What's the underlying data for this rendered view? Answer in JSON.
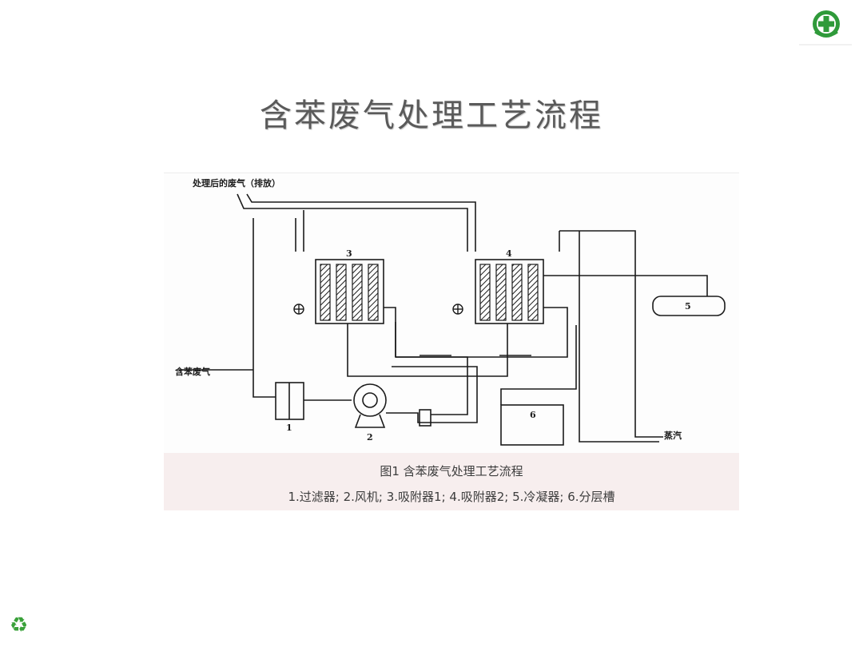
{
  "slide": {
    "title": "含苯废气处理工艺流程"
  },
  "diagram": {
    "labels": {
      "exhaust_out": "处理后的废气（排放）",
      "benzene_gas_in": "含苯废气",
      "steam": "蒸汽"
    },
    "components": [
      {
        "number": "1"
      },
      {
        "number": "2"
      },
      {
        "number": "3"
      },
      {
        "number": "4"
      },
      {
        "number": "5"
      },
      {
        "number": "6"
      }
    ],
    "caption": "图1 含苯废气处理工艺流程",
    "legend": "1.过滤器; 2.风机; 3.吸附器1; 4.吸附器2; 5.冷凝器; 6.分层槽"
  },
  "colors": {
    "logo": "#2f9a3a",
    "caption_band": "#f7eeee",
    "line": "#1b1b1b"
  },
  "icons": {
    "top_right": "green-cross-logo-icon",
    "bottom_left": "recycle-icon"
  }
}
